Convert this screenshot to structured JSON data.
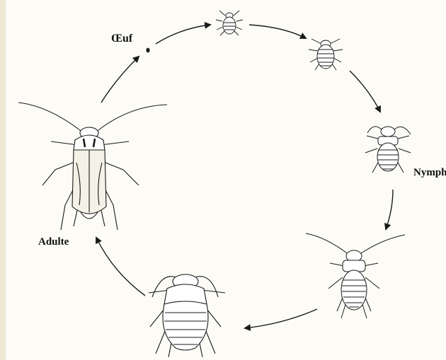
{
  "diagram": {
    "labels": {
      "egg": "Œuf",
      "nymph": "Nympho",
      "adult": "Adulte"
    },
    "stages": [
      "egg",
      "nymph-stage-1",
      "nymph-stage-2",
      "nymph-stage-3",
      "nymph-stage-4",
      "nymph-stage-5",
      "adult"
    ],
    "colors": {
      "ink": "#1a1a1a",
      "paper": "#fcfbf6",
      "wing": "#f4f1e6"
    }
  }
}
